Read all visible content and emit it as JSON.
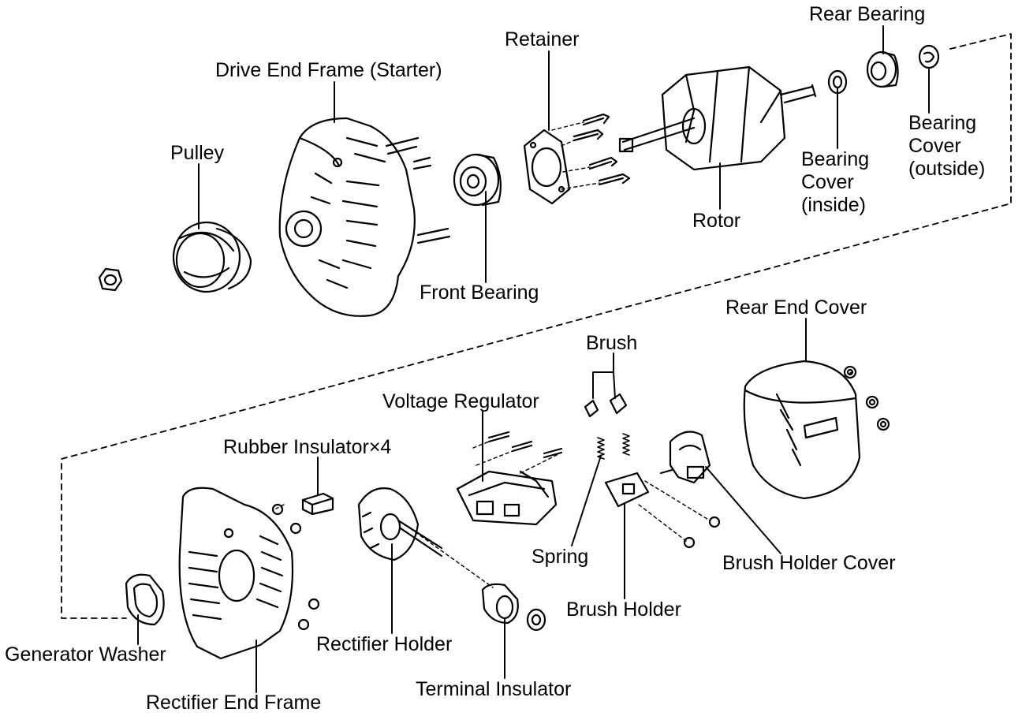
{
  "labels": {
    "rear_bearing": "Rear Bearing",
    "retainer": "Retainer",
    "drive_end_frame": "Drive End Frame (Starter)",
    "pulley": "Pulley",
    "bearing_cover_outside": [
      "Bearing",
      "Cover",
      "(outside)"
    ],
    "bearing_cover_inside": [
      "Bearing",
      "Cover",
      "(inside)"
    ],
    "rotor": "Rotor",
    "front_bearing": "Front Bearing",
    "rear_end_cover": "Rear End Cover",
    "brush": "Brush",
    "voltage_regulator": "Voltage Regulator",
    "rubber_insulator": "Rubber Insulator×4",
    "spring": "Spring",
    "brush_holder_cover": "Brush Holder Cover",
    "brush_holder": "Brush Holder",
    "generator_washer": "Generator Washer",
    "rectifier_holder": "Rectifier Holder",
    "terminal_insulator": "Terminal Insulator",
    "rectifier_end_frame": "Rectifier End Frame"
  }
}
